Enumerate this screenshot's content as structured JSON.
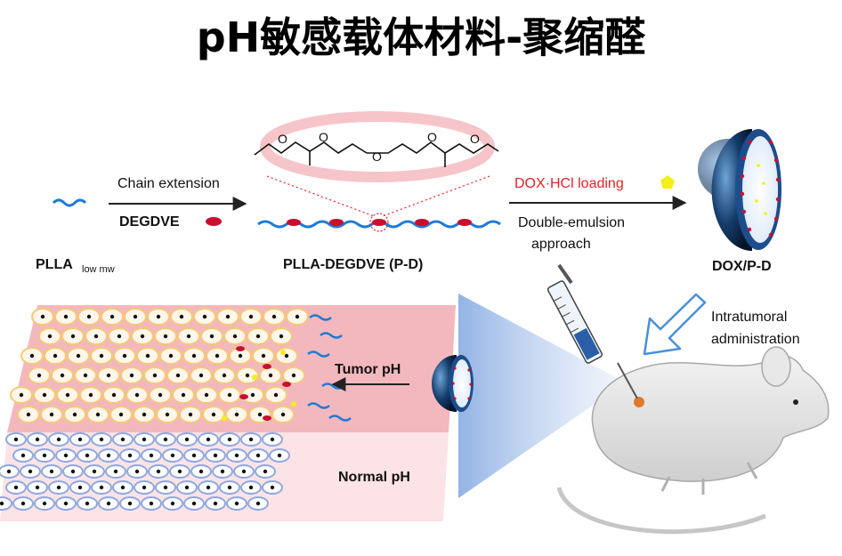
{
  "title": "pH敏感载体材料-聚缩醛",
  "step1": {
    "top_label": "Chain extension",
    "bottom_label": "DEGDVE"
  },
  "step2": {
    "top_label": "DOX·HCl loading",
    "bottom_label_line1": "Double-emulsion",
    "bottom_label_line2": "approach"
  },
  "labels": {
    "plla": "PLLA",
    "plla_sub": "low mw",
    "plla_degdve": "PLLA-DEGDVE (P-D)",
    "dox_pd": "DOX/P-D",
    "intratumoral_line1": "Intratumoral",
    "intratumoral_line2": "administration",
    "tumor_ph": "Tumor pH",
    "normal_ph": "Normal pH",
    "o_atom": "O"
  },
  "colors": {
    "chain": "#1e7ad6",
    "acetal": "#c8102e",
    "dox": "#f2ef1a",
    "tumor_tissue": "#f3b8bd",
    "normal_tissue": "#fbe3e6",
    "tumor_cell_border": "#f5c878",
    "normal_cell_border": "#8fa8e0",
    "sphere": "#0d2e55",
    "arrow_outline": "#4a8fd8",
    "highlight_ring": "#f4b6bc"
  },
  "icons": [
    "injection-syringe-icon",
    "mouse-icon",
    "micelle-sphere-icon"
  ]
}
